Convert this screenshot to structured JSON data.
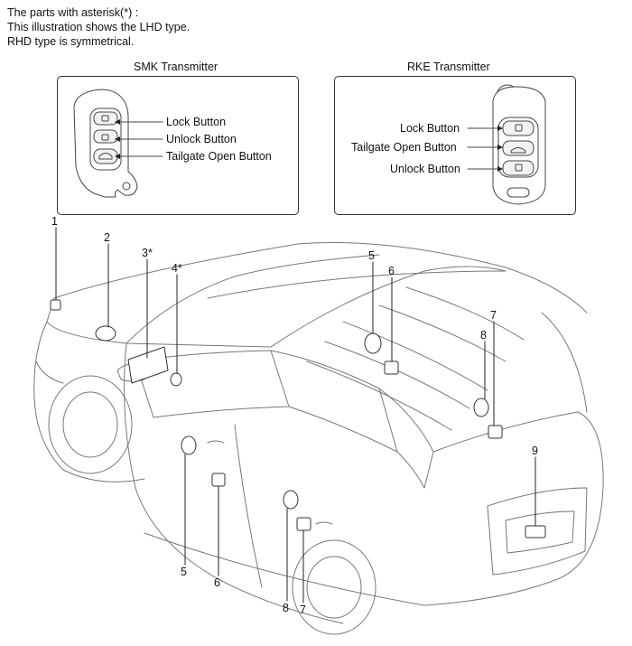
{
  "notes": {
    "line1": "The parts with asterisk(*) :",
    "line2": "This illustration shows the LHD type.",
    "line3": "RHD type is symmetrical."
  },
  "smk": {
    "title": "SMK Transmitter",
    "lock": "Lock Button",
    "unlock": "Unlock Button",
    "tailgate": "Tailgate Open Button"
  },
  "rke": {
    "title": "RKE Transmitter",
    "lock": "Lock Button",
    "tailgate": "Tailgate Open Button",
    "unlock": "Unlock Button"
  },
  "callouts": {
    "n1": "1",
    "n2": "2",
    "n3": "3*",
    "n4": "4*",
    "n5a": "5",
    "n6a": "6",
    "n7a": "7",
    "n8a": "8",
    "n9": "9",
    "n5b": "5",
    "n6b": "6",
    "n8b": "8",
    "n7b": "7"
  }
}
